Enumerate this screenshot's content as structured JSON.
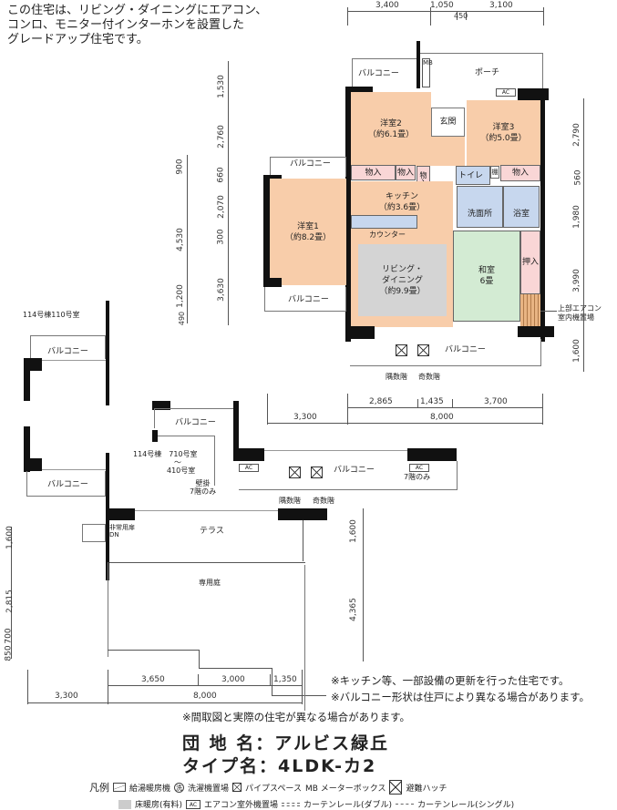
{
  "intro": [
    "この住宅は、リビング・ダイニングにエアコン、",
    "コンロ、モニター付インターホンを設置した",
    "グレードアップ住宅です。"
  ],
  "dims": {
    "top": [
      "3,400",
      "1,050",
      "3,100"
    ],
    "top_sub": "450",
    "left_outer": [
      "900",
      "4,530",
      "1,200",
      "490"
    ],
    "left_inner": [
      "1,530",
      "2,760",
      "660",
      "2,070",
      "300",
      "3,630"
    ],
    "right": [
      "2,790",
      "560",
      "1,980",
      "3,990",
      "1,600"
    ],
    "bottom_row1": [
      "2,865",
      "1,435",
      "3,700"
    ],
    "bottom_row2": [
      "3,300",
      "8,000"
    ],
    "lower_left": [
      "1,600",
      "2,815",
      "700",
      "850"
    ],
    "lower_right": [
      "1,600",
      "4,365"
    ],
    "lower_bottom_row1": [
      "3,650",
      "3,000",
      "1,350"
    ],
    "lower_bottom_row2": [
      "3,300",
      "8,000"
    ]
  },
  "rooms": {
    "balcony": "バルコニー",
    "porch": "ポーチ",
    "mb": "MB",
    "ac": "AC",
    "western2": {
      "name": "洋室2",
      "size": "（約6.1畳）"
    },
    "western3": {
      "name": "洋室3",
      "size": "（約5.0畳）"
    },
    "western1": {
      "name": "洋室1",
      "size": "（約8.2畳）"
    },
    "entrance": "玄関",
    "closet": "物入",
    "toilet": "トイレ",
    "shelf": "棚",
    "kitchen": {
      "name": "キッチン",
      "size": "（約3.6畳）"
    },
    "counter": "カウンター",
    "washroom": "洗面所",
    "bath": "浴室",
    "living": {
      "name1": "リビング・",
      "name2": "ダイニング",
      "size": "（約9.9畳）"
    },
    "japanese": {
      "name": "和室",
      "size": "6畳"
    },
    "oshiire": "押入",
    "ac_indoor": [
      "上部エアコン",
      "室内機置場"
    ],
    "even_floor": "隅数階",
    "odd_floor": "奇数階"
  },
  "lower": {
    "unit110": "114号棟110号室",
    "unit710": [
      "114号棟　710号室",
      "～",
      "410号室"
    ],
    "wall_mount": [
      "壁掛",
      "7階のみ"
    ],
    "floor7": "7階のみ",
    "terrace": "テラス",
    "garden": "専用庭",
    "emergency": [
      "非常用扉",
      "DN"
    ]
  },
  "notes": [
    "※キッチン等、一部設備の更新を行った住宅です。",
    "※バルコニー形状は住戸により異なる場合があります。",
    "※間取図と実際の住宅が異なる場合があります。"
  ],
  "complex_name": "団 地 名：アルビス緑丘",
  "type_name": "タイプ名：4LDK-カ2",
  "legend": {
    "title": "凡例",
    "items": [
      "給湯暖房機",
      "洗濯機置場",
      "パイプスペース",
      "MB メーターボックス",
      "避難ハッチ",
      "床暖房(有料)",
      "エアコン室外機置場",
      "カーテンレール(ダブル)",
      "カーテンレール(シングル)"
    ],
    "wash_glyph": "洗",
    "ac_glyph": "AC"
  }
}
